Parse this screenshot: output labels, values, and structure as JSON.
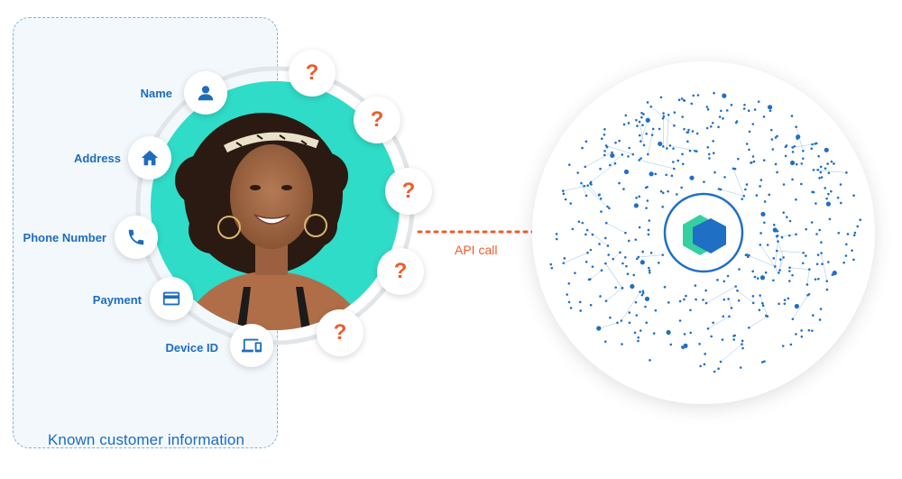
{
  "panel": {
    "title": "Known customer information"
  },
  "known_fields": [
    {
      "label": "Name",
      "icon": "person-icon"
    },
    {
      "label": "Address",
      "icon": "home-icon"
    },
    {
      "label": "Phone Number",
      "icon": "phone-icon"
    },
    {
      "label": "Payment",
      "icon": "credit-card-icon"
    },
    {
      "label": "Device ID",
      "icon": "devices-icon"
    }
  ],
  "unknown_fields": [
    "?",
    "?",
    "?",
    "?",
    "?"
  ],
  "connector": {
    "label": "API call"
  },
  "colors": {
    "primary_blue": "#1d6cc0",
    "accent_orange": "#ee5c2a",
    "teal": "#2fdcc8",
    "panel_border": "#7fb0de",
    "network_node": "#1f6fc4",
    "logo_green": "#34d0a0"
  }
}
